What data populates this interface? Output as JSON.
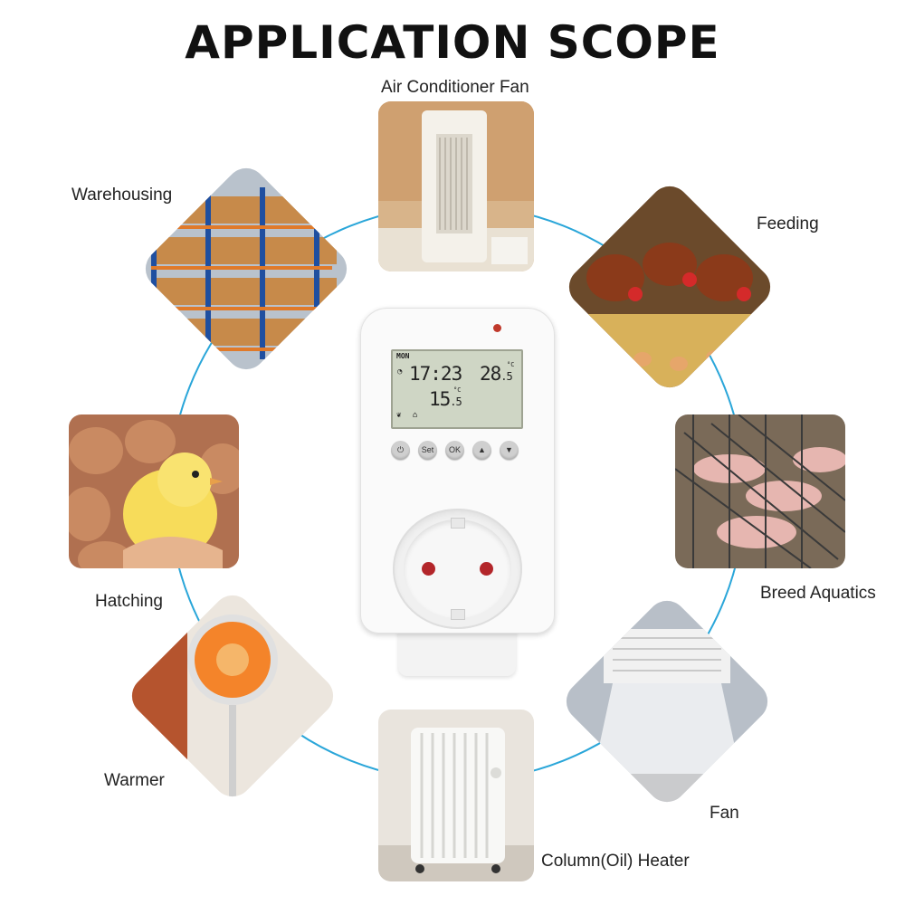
{
  "title": "APPLICATION SCOPE",
  "labels": {
    "air_conditioner_fan": "Air Conditioner Fan",
    "warehousing": "Warehousing",
    "feeding": "Feeding",
    "hatching": "Hatching",
    "breed_aquatics": "Breed Aquatics",
    "warmer": "Warmer",
    "fan": "Fan",
    "column_oil_heater": "Column(Oil) Heater"
  },
  "device": {
    "day": "MON",
    "time": "17:23",
    "temp_current_int": "28",
    "temp_current_dec": ".5",
    "temp_set_int": "15",
    "temp_set_dec": ".5",
    "unit": "°C",
    "buttons": {
      "power": "⏻",
      "set": "Set",
      "ok": "OK",
      "up": "▲",
      "down": "▼"
    }
  },
  "colors": {
    "ring": "#2aa6d9",
    "lcd_bg": "#cfd6c5",
    "led": "#c0392b",
    "socket_pin": "#b3262a"
  },
  "icons": [
    "power-icon",
    "up-arrow-icon",
    "down-arrow-icon",
    "clock-icon",
    "leaf-icon",
    "house-icon"
  ]
}
